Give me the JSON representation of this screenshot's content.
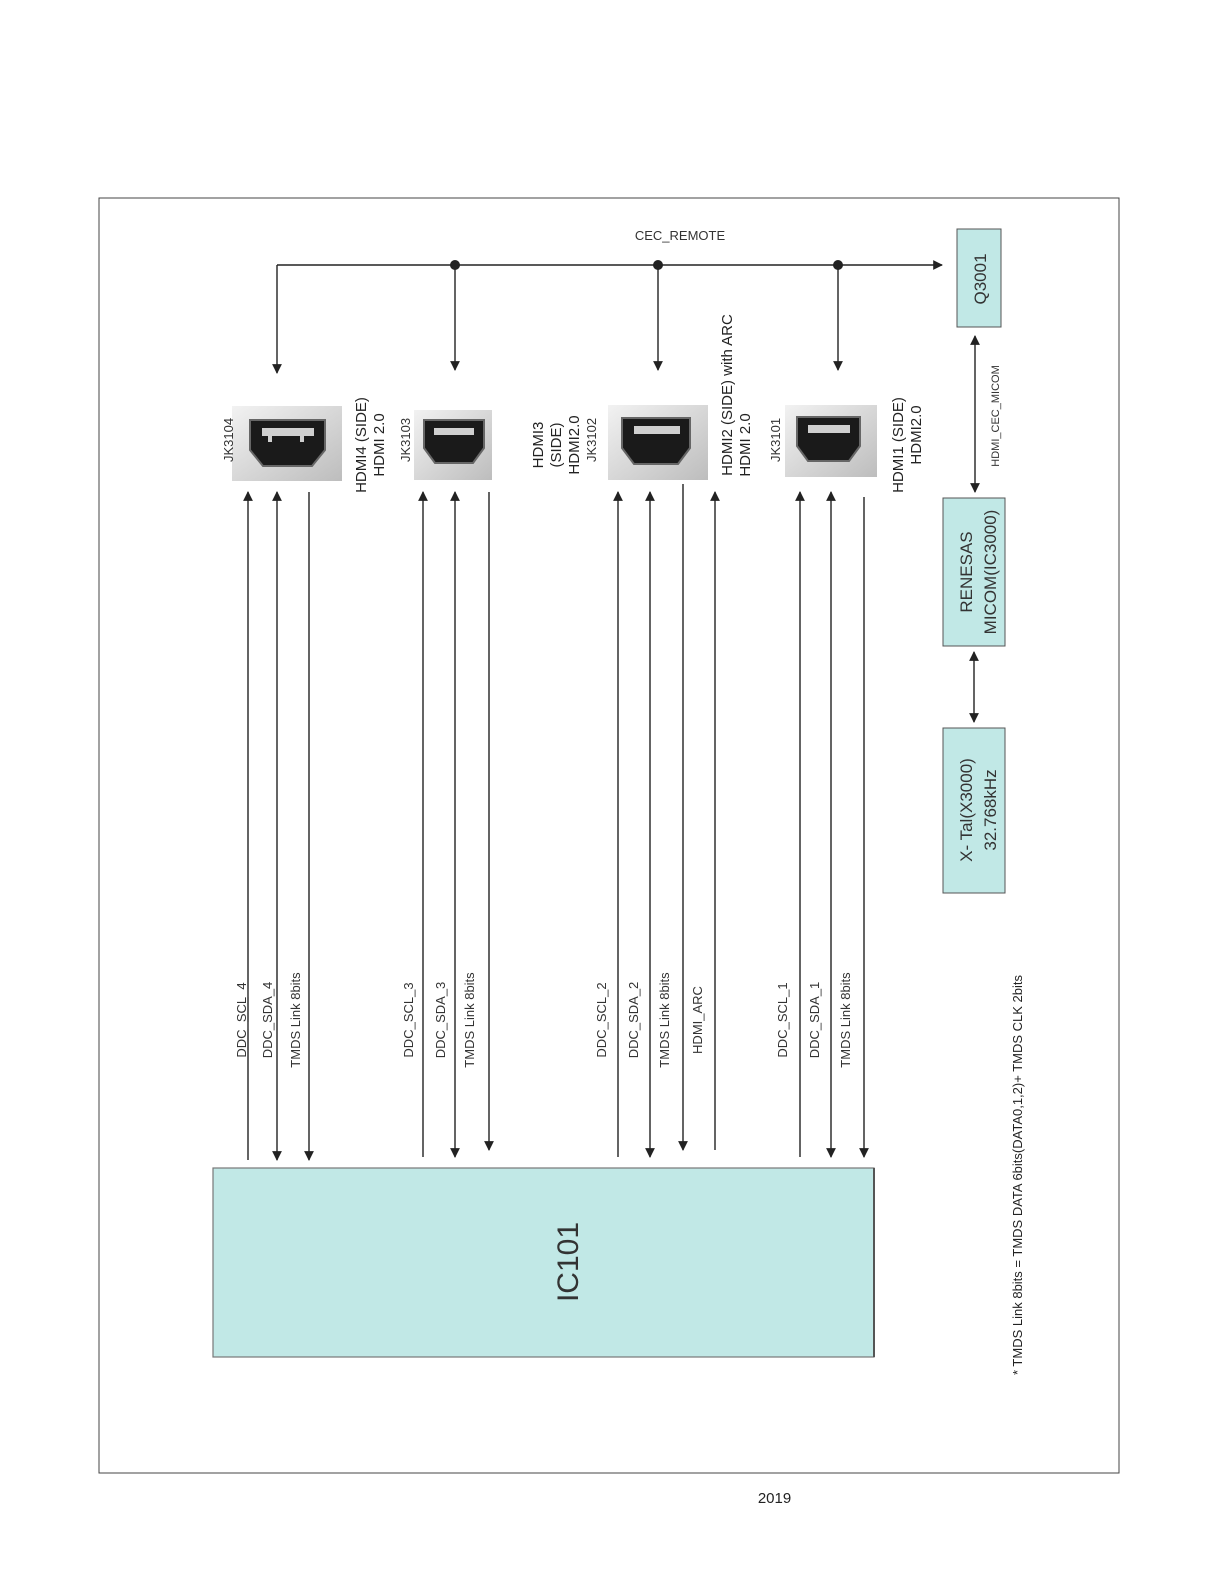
{
  "cec_bus": {
    "label": "CEC_REMOTE"
  },
  "q3001": {
    "label": "Q3001"
  },
  "micom_link": {
    "label": "HDMI_CEC_MICOM"
  },
  "renesas": {
    "line1": "RENESAS",
    "line2": "MICOM(IC3000)"
  },
  "xtal": {
    "line1": "X- Tal(X3000)",
    "line2": "32.768kHz"
  },
  "ic101": {
    "label": "IC101"
  },
  "footnote": "* TMDS Link 8bits = TMDS DATA 6bits(DATA0,1,2)+ TMDS CLK 2bits",
  "page_number": "2019",
  "ports": [
    {
      "jack": "JK3104",
      "name_line1": "HDMI4 (SIDE)",
      "name_line2": "HDMI 2.0",
      "name_line3": "",
      "signals": [
        "DDC_SCL_4",
        "DDC_SDA_4",
        "TMDS Link 8bits"
      ]
    },
    {
      "jack": "JK3103",
      "name_line1": "HDMI3",
      "name_line2": "(SIDE)",
      "name_line3": "HDMI2.0",
      "signals": [
        "DDC_SCL_3",
        "DDC_SDA_3",
        "TMDS Link 8bits"
      ]
    },
    {
      "jack": "JK3102",
      "name_line1": "HDMI2 (SIDE)  with  ARC",
      "name_line2": "HDMI 2.0",
      "name_line3": "",
      "signals": [
        "DDC_SCL_2",
        "DDC_SDA_2",
        "TMDS Link 8bits",
        "HDMI_ARC"
      ]
    },
    {
      "jack": "JK3101",
      "name_line1": "HDMI1 (SIDE)",
      "name_line2": "HDMI2.0",
      "name_line3": "",
      "signals": [
        "DDC_SCL_1",
        "DDC_SDA_1",
        "TMDS Link 8bits"
      ]
    }
  ],
  "colors": {
    "box_fill": "#c1e8e6",
    "line": "#222222"
  }
}
